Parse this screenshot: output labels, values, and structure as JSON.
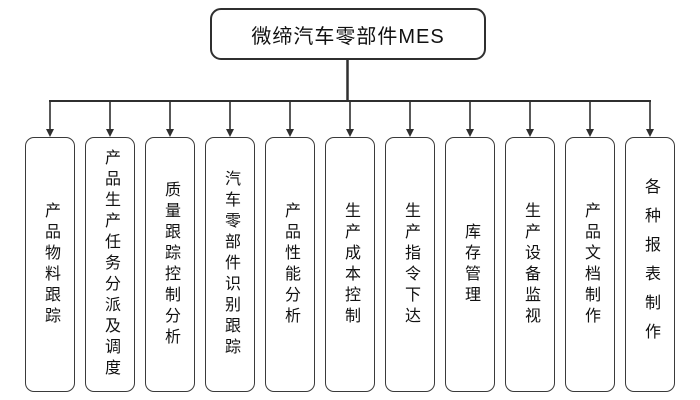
{
  "root": {
    "label": "微缔汽车零部件MES"
  },
  "children": [
    {
      "label": "产品物料跟踪"
    },
    {
      "label": "产品生产任务分派及调度"
    },
    {
      "label": "质量跟踪控制分析"
    },
    {
      "label": "汽车零部件识别跟踪"
    },
    {
      "label": "产品性能分析"
    },
    {
      "label": "生产成本控制"
    },
    {
      "label": "生产指令下达"
    },
    {
      "label": "库存管理"
    },
    {
      "label": "生产设备监视"
    },
    {
      "label": "产品文档制作"
    },
    {
      "label": "各种报表制作"
    }
  ],
  "colors": {
    "line": "#2f2f2f",
    "box_border": "#3a3a3a",
    "text": "#111111",
    "background": "#ffffff"
  }
}
